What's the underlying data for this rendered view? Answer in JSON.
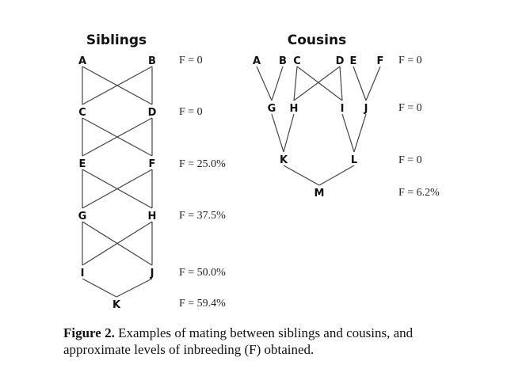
{
  "siblings": {
    "title": "Siblings",
    "nodes": [
      {
        "id": "A"
      },
      {
        "id": "B"
      },
      {
        "id": "C"
      },
      {
        "id": "D"
      },
      {
        "id": "E"
      },
      {
        "id": "F"
      },
      {
        "id": "G"
      },
      {
        "id": "H"
      },
      {
        "id": "I"
      },
      {
        "id": "J"
      },
      {
        "id": "K"
      }
    ],
    "edges": [
      [
        "A",
        "C"
      ],
      [
        "A",
        "D"
      ],
      [
        "B",
        "C"
      ],
      [
        "B",
        "D"
      ],
      [
        "C",
        "E"
      ],
      [
        "C",
        "F"
      ],
      [
        "D",
        "E"
      ],
      [
        "D",
        "F"
      ],
      [
        "E",
        "G"
      ],
      [
        "E",
        "H"
      ],
      [
        "F",
        "G"
      ],
      [
        "F",
        "H"
      ],
      [
        "G",
        "I"
      ],
      [
        "G",
        "J"
      ],
      [
        "H",
        "I"
      ],
      [
        "H",
        "J"
      ],
      [
        "I",
        "K"
      ],
      [
        "J",
        "K"
      ]
    ],
    "f_values": [
      "F = 0",
      "F = 0",
      "F = 25.0%",
      "F = 37.5%",
      "F = 50.0%",
      "F = 59.4%"
    ]
  },
  "cousins": {
    "title": "Cousins",
    "nodes": [
      {
        "id": "A"
      },
      {
        "id": "B"
      },
      {
        "id": "C"
      },
      {
        "id": "D"
      },
      {
        "id": "E"
      },
      {
        "id": "F"
      },
      {
        "id": "G"
      },
      {
        "id": "H"
      },
      {
        "id": "I"
      },
      {
        "id": "J"
      },
      {
        "id": "K"
      },
      {
        "id": "L"
      },
      {
        "id": "M"
      }
    ],
    "edges": [
      [
        "A",
        "G"
      ],
      [
        "B",
        "G"
      ],
      [
        "C",
        "H"
      ],
      [
        "C",
        "I"
      ],
      [
        "D",
        "H"
      ],
      [
        "D",
        "I"
      ],
      [
        "E",
        "J"
      ],
      [
        "F",
        "J"
      ],
      [
        "G",
        "K"
      ],
      [
        "H",
        "K"
      ],
      [
        "I",
        "L"
      ],
      [
        "J",
        "L"
      ],
      [
        "K",
        "M"
      ],
      [
        "L",
        "M"
      ]
    ],
    "f_values": [
      "F = 0",
      "F = 0",
      "F = 0",
      "F = 6.2%"
    ]
  },
  "caption": {
    "label": "Figure 2.",
    "text": " Examples of mating between siblings and cousins, and approximate levels of inbreeding (F) obtained."
  }
}
